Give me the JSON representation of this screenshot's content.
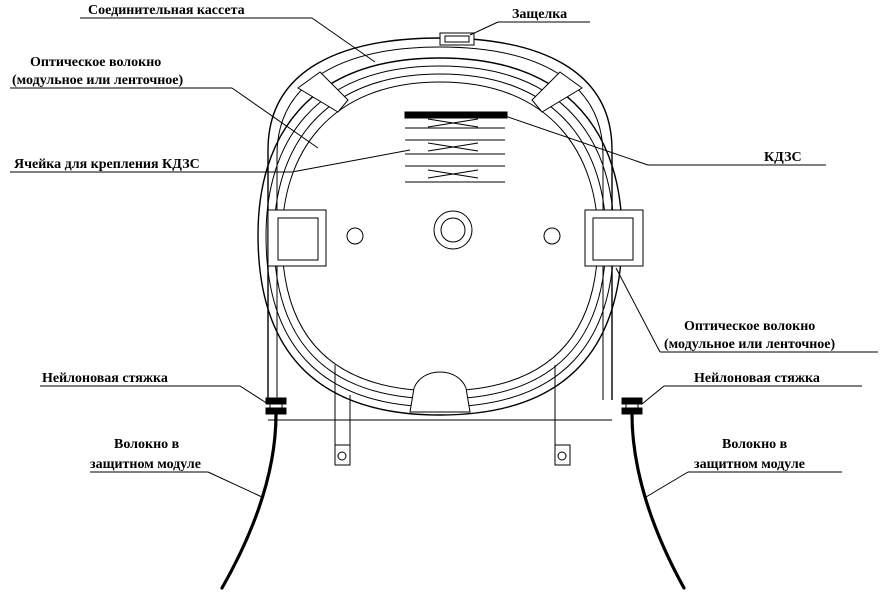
{
  "labels": {
    "cassette": "Соединительная кассета",
    "latch": "Защелка",
    "fiber_left_line1": "Оптическое волокно",
    "fiber_left_line2": "(модульное или ленточное)",
    "cell": "Ячейка для крепления КДЗС",
    "kdzs": "КДЗС",
    "fiber_right_line1": "Оптическое волокно",
    "fiber_right_line2": "(модульное или ленточное)",
    "tie_left": "Нейлоновая стяжка",
    "tie_right": "Нейлоновая стяжка",
    "module_left_line1": "Волокно в",
    "module_left_line2": "защитном модуле",
    "module_right_line1": "Волокно в",
    "module_right_line2": "защитном модуле"
  }
}
